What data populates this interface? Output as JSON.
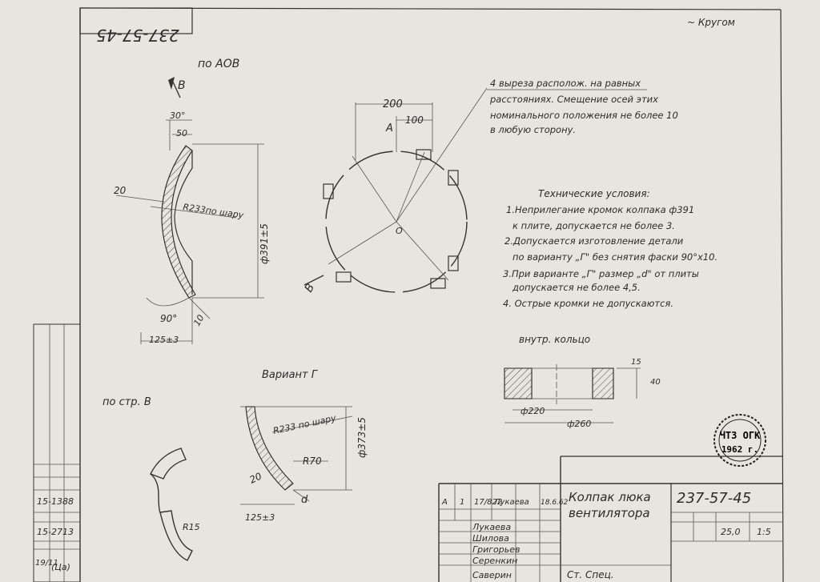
{
  "sheet": {
    "code_top_mirrored": "237-57-45",
    "label_krugom": "~ Кругом"
  },
  "view_main": {
    "title": "по АОВ",
    "dim_30": "30°",
    "dim_50": "50",
    "dim_20": "20",
    "radius_label": "R233по шару",
    "dia_label": "ф391±5",
    "dim_90": "90°",
    "dim_10": "10",
    "dim_125": "125±3",
    "section_letter": "В"
  },
  "view_top": {
    "dim_200": "200",
    "dim_100": "100",
    "letter_a": "А",
    "center_o": "О",
    "section_letter": "В"
  },
  "note_cuts": [
    "4 выреза располож. на равных",
    "расстояниях. Смещение осей этих",
    "номинального положения не более 10",
    "в любую сторону."
  ],
  "tech_conditions": {
    "title": "Технические условия:",
    "lines": [
      "1.Неприлегание кромок колпака ф391",
      "к плите, допускается не более 3.",
      "2.Допускается изготовление детали",
      "по варианту „Г\" без снятия фаски 90°х10.",
      "3.При варианте „Г\" размер „d\" от плиты",
      "допускается не более 4,5.",
      "4. Острые кромки не допускаются."
    ]
  },
  "ring_detail": {
    "label": "внутр. кольцо",
    "dim_15": "15",
    "dim_40": "40",
    "dim_220": "ф220",
    "dim_260": "ф260"
  },
  "variant_g": {
    "title": "Вариант Г",
    "radius_label": "R233 по шару",
    "dia_label": "ф373±5",
    "r70": "R70",
    "dim_20": "20",
    "dim_d": "d",
    "dim_125": "125±3"
  },
  "view_b": {
    "title": "по стр. В",
    "r15": "R15"
  },
  "stamp_seal": {
    "line1": "ЧТЗ ОГК",
    "line2": "1962 г."
  },
  "left_margin": {
    "vals": [
      "15-1388",
      "15-2713",
      "19/11",
      "(Ца)"
    ]
  },
  "title_block": {
    "name_line1": "Колпак люка",
    "name_line2": "вентилятора",
    "code": "237-57-45",
    "mass": "25,0",
    "scale": "1:5",
    "rev_row": [
      "А",
      "1",
      "17/822",
      "Лукаева",
      "18.6.62"
    ],
    "names": [
      "Лукаева",
      "Шилова",
      "Григорьев",
      "Серенкин",
      "Саверин"
    ],
    "spec": "Ст. Спец."
  }
}
